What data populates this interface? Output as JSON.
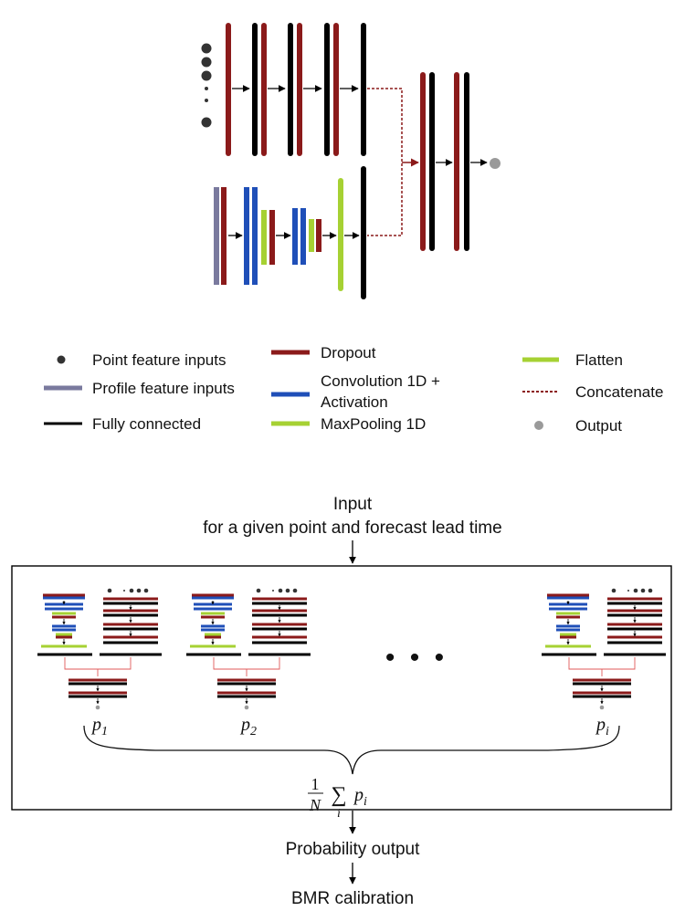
{
  "colors": {
    "dropout": "#8b1a1a",
    "fully_connected": "#000000",
    "profile": "#7a7a9e",
    "convolution": "#1f4fb8",
    "maxpooling": "#a6d133",
    "flatten": "#a6d133",
    "concatenate": "#8b1a1a",
    "output": "#9a9a9a",
    "point": "#333333",
    "small_link": "#e05a5a"
  },
  "legend": [
    {
      "key": "point",
      "label": "Point feature inputs",
      "icon": "dot-marker"
    },
    {
      "key": "profile",
      "label": "Profile feature inputs",
      "icon": "bar-marker"
    },
    {
      "key": "fully_connected",
      "label": "Fully connected",
      "icon": "bar-marker"
    },
    {
      "key": "dropout",
      "label": "Dropout",
      "icon": "bar-marker"
    },
    {
      "key": "convolution",
      "label": "Convolution 1D + Activation",
      "label_lines": [
        "Convolution 1D +",
        "Activation"
      ],
      "icon": "bar-marker"
    },
    {
      "key": "maxpooling",
      "label": "MaxPooling 1D",
      "icon": "bar-marker"
    },
    {
      "key": "flatten",
      "label": "Flatten",
      "icon": "bar-marker"
    },
    {
      "key": "concatenate",
      "label": "Concatenate",
      "icon": "dashed-marker"
    },
    {
      "key": "output",
      "label": "Output",
      "icon": "dot-marker"
    }
  ],
  "ensemble": {
    "input_lines": [
      "Input",
      "for a given point and forecast lead time"
    ],
    "members": [
      {
        "sym": "p",
        "sub": "1"
      },
      {
        "sym": "p",
        "sub": "2"
      },
      {
        "sym": "p",
        "sub": "i"
      }
    ],
    "ellipsis": "• • •",
    "formula": {
      "numerator": "1",
      "denominator": "N",
      "sum": "∑",
      "index": "i",
      "sym": "p",
      "sub": "i"
    },
    "probability_output": "Probability output",
    "calibration": "BMR calibration"
  }
}
